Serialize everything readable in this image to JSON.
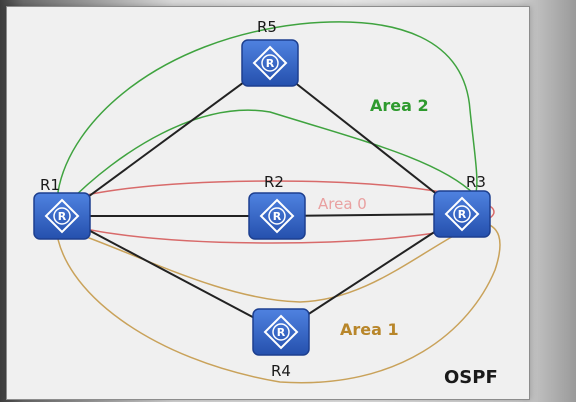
{
  "routers": [
    {
      "id": "R1",
      "label": "R1"
    },
    {
      "id": "R2",
      "label": "R2"
    },
    {
      "id": "R3",
      "label": "R3"
    },
    {
      "id": "R4",
      "label": "R4"
    },
    {
      "id": "R5",
      "label": "R5"
    }
  ],
  "router_glyph": "R",
  "links": [
    [
      "R1",
      "R5"
    ],
    [
      "R5",
      "R3"
    ],
    [
      "R1",
      "R2"
    ],
    [
      "R2",
      "R3"
    ],
    [
      "R1",
      "R4"
    ],
    [
      "R4",
      "R3"
    ]
  ],
  "areas": [
    {
      "id": "area0",
      "label": "Area 0",
      "color": "#d86a6a"
    },
    {
      "id": "area1",
      "label": "Area 1",
      "color": "#b8862a"
    },
    {
      "id": "area2",
      "label": "Area 2",
      "color": "#2e9a2e"
    }
  ],
  "protocol_label": "OSPF",
  "colors": {
    "router_fill": "#2f63c7",
    "router_edge": "#1d3f8f",
    "link": "#222222",
    "area0_text": "#e9a0a0"
  }
}
